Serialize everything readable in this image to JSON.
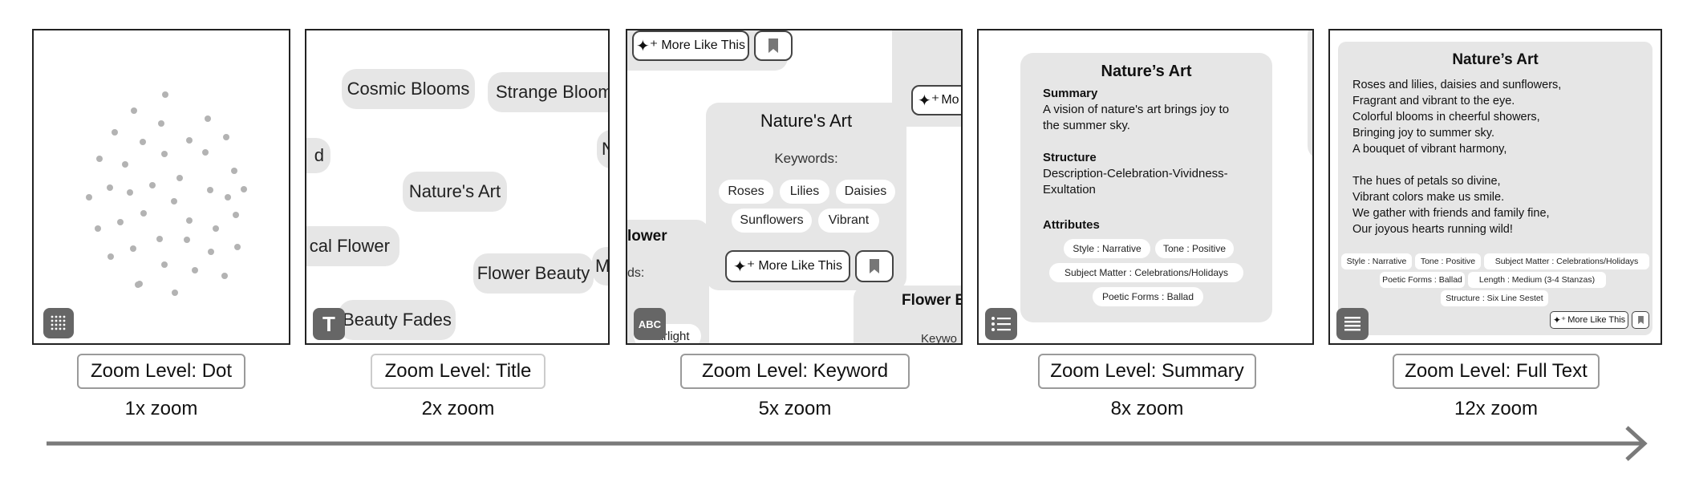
{
  "levels": [
    {
      "caption": "Zoom Level: Dot",
      "zoom": "1x zoom"
    },
    {
      "caption": "Zoom Level: Title",
      "zoom": "2x zoom"
    },
    {
      "caption": "Zoom Level: Keyword",
      "zoom": "5x zoom"
    },
    {
      "caption": "Zoom Level: Summary",
      "zoom": "8x zoom"
    },
    {
      "caption": "Zoom Level: Full Text",
      "zoom": "12x zoom"
    }
  ],
  "title_panel": {
    "pills": [
      "Cosmic Blooms",
      "Strange Blooms",
      "d",
      "N",
      "Nature's Art",
      "cal Flower",
      "Flower Beauty",
      "M",
      "Beauty Fades"
    ],
    "badge": "T"
  },
  "keyword_panel": {
    "title": "Nature's Art",
    "keywords_label": "Keywords:",
    "keywords": [
      "Roses",
      "Lilies",
      "Daisies",
      "Sunflowers",
      "Vibrant"
    ],
    "more_label": "More Like This",
    "top_more_label": "More Like This",
    "right_more_label": "Mo",
    "left_title": "lower",
    "left_label": "ds:",
    "left_chip": "Starlight",
    "right_title": "Flower B",
    "right_label": "Keywo",
    "badge": "ABC"
  },
  "summary_panel": {
    "title": "Nature’s Art",
    "summary_heading": "Summary",
    "summary_text_1": "A vision of nature's art brings joy to",
    "summary_text_2": "the summer sky.",
    "structure_heading": "Structure",
    "structure_text_1": "Description-Celebration-Vividness-",
    "structure_text_2": "Exultation",
    "attributes_heading": "Attributes",
    "attrs_row1": [
      "Style : Narrative",
      "Tone : Positive"
    ],
    "attrs_row2": [
      "Subject Matter : Celebrations/Holidays"
    ],
    "attrs_row3": [
      "Poetic Forms : Ballad"
    ]
  },
  "fulltext_panel": {
    "title": "Nature’s Art",
    "stanza1": [
      "Roses and lilies, daisies and sunflowers,",
      "Fragrant and vibrant to the eye.",
      "Colorful blooms in cheerful showers,",
      "Bringing joy to summer sky.",
      "A bouquet of vibrant harmony,"
    ],
    "stanza2": [
      "The hues of petals so divine,",
      "Vibrant colors make us smile.",
      "We gather with friends and family fine,",
      "Our joyous hearts running wild!"
    ],
    "attrs_row1": [
      "Style : Narrative",
      "Tone : Positive",
      "Subject Matter : Celebrations/Holidays"
    ],
    "attrs_row2": [
      "Poetic Forms : Ballad",
      "Length : Medium (3-4 Stanzas)"
    ],
    "attrs_row3": [
      "Structure : Six Line Sestet"
    ],
    "more_label": "More Like This"
  }
}
